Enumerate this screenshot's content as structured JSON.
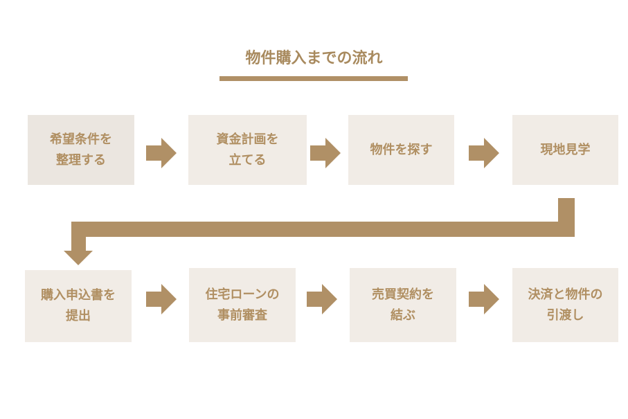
{
  "title": "物件購入までの流れ",
  "colors": {
    "accent": "#b09066",
    "box": "#f1ece6",
    "text": "#b08f62"
  },
  "steps": [
    {
      "label": "希望条件を\n整理する"
    },
    {
      "label": "資金計画を\n立てる"
    },
    {
      "label": "物件を探す"
    },
    {
      "label": "現地見学"
    },
    {
      "label": "購入申込書を\n提出"
    },
    {
      "label": "住宅ローンの\n事前審査"
    },
    {
      "label": "売買契約を\n結ぶ"
    },
    {
      "label": "決済と物件の\n引渡し"
    }
  ]
}
